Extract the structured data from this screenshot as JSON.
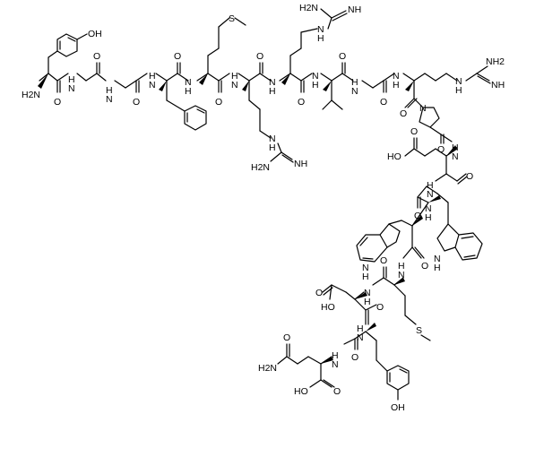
{
  "diagram": {
    "type": "chemical-structure",
    "labels": {
      "oh_tyr1": "OH",
      "nh2_nterm": "H2N",
      "nh_gly2": "H\nN",
      "nh_gly3": "H\nN",
      "nh_phe4": "H\nN",
      "nh_met5": "N\nH",
      "nh_arg6": "H\nN",
      "nh_arg7": "N\nH",
      "nh_val8": "N\nH",
      "nh_gly9": "H\nN",
      "nh_arg10": "N\nH",
      "s_met5": "S",
      "guan_arg7_nh2": "H2N",
      "guan_arg7_nh": "NH",
      "guan_arg7_n": "N\nH",
      "guan_arg6_nh2": "H2N",
      "guan_arg6_nh": "NH",
      "guan_arg6_n": "N\nH",
      "guan_arg10_nh2": "NH2",
      "guan_arg10_nh": "NH",
      "guan_arg10_n": "N\nH",
      "o1": "O",
      "o2": "O",
      "o3": "O",
      "o4": "O",
      "o5": "O",
      "o6": "O",
      "o7": "O",
      "o8": "O",
      "o9": "O",
      "o10": "O",
      "n_pro11": "N",
      "o_pro11": "O",
      "nh_glu12": "H\nN",
      "glu12_oh": "HO",
      "glu12_o": "O",
      "o_glu12": "O",
      "nh_trp13": "H\nN",
      "o_trp13": "O",
      "trp13_nh": "N\nH",
      "nh_trp14": "N\nH",
      "o_trp14": "O",
      "trp14_nh": "N\nH",
      "nh_met15": "H\nN",
      "o_met15": "O",
      "s_met15": "S",
      "nh_asp16": "N\nH",
      "o_asp16": "O",
      "asp16_o": "O",
      "asp16_oh": "HO",
      "nh_tyr17": "H\nN",
      "o_tyr17": "O",
      "tyr17_oh": "OH",
      "nh_gln18": "H\nN",
      "gln18_o": "O",
      "gln18_nh2": "H2N",
      "cooh_oh": "HO",
      "cooh_o": "O"
    }
  }
}
